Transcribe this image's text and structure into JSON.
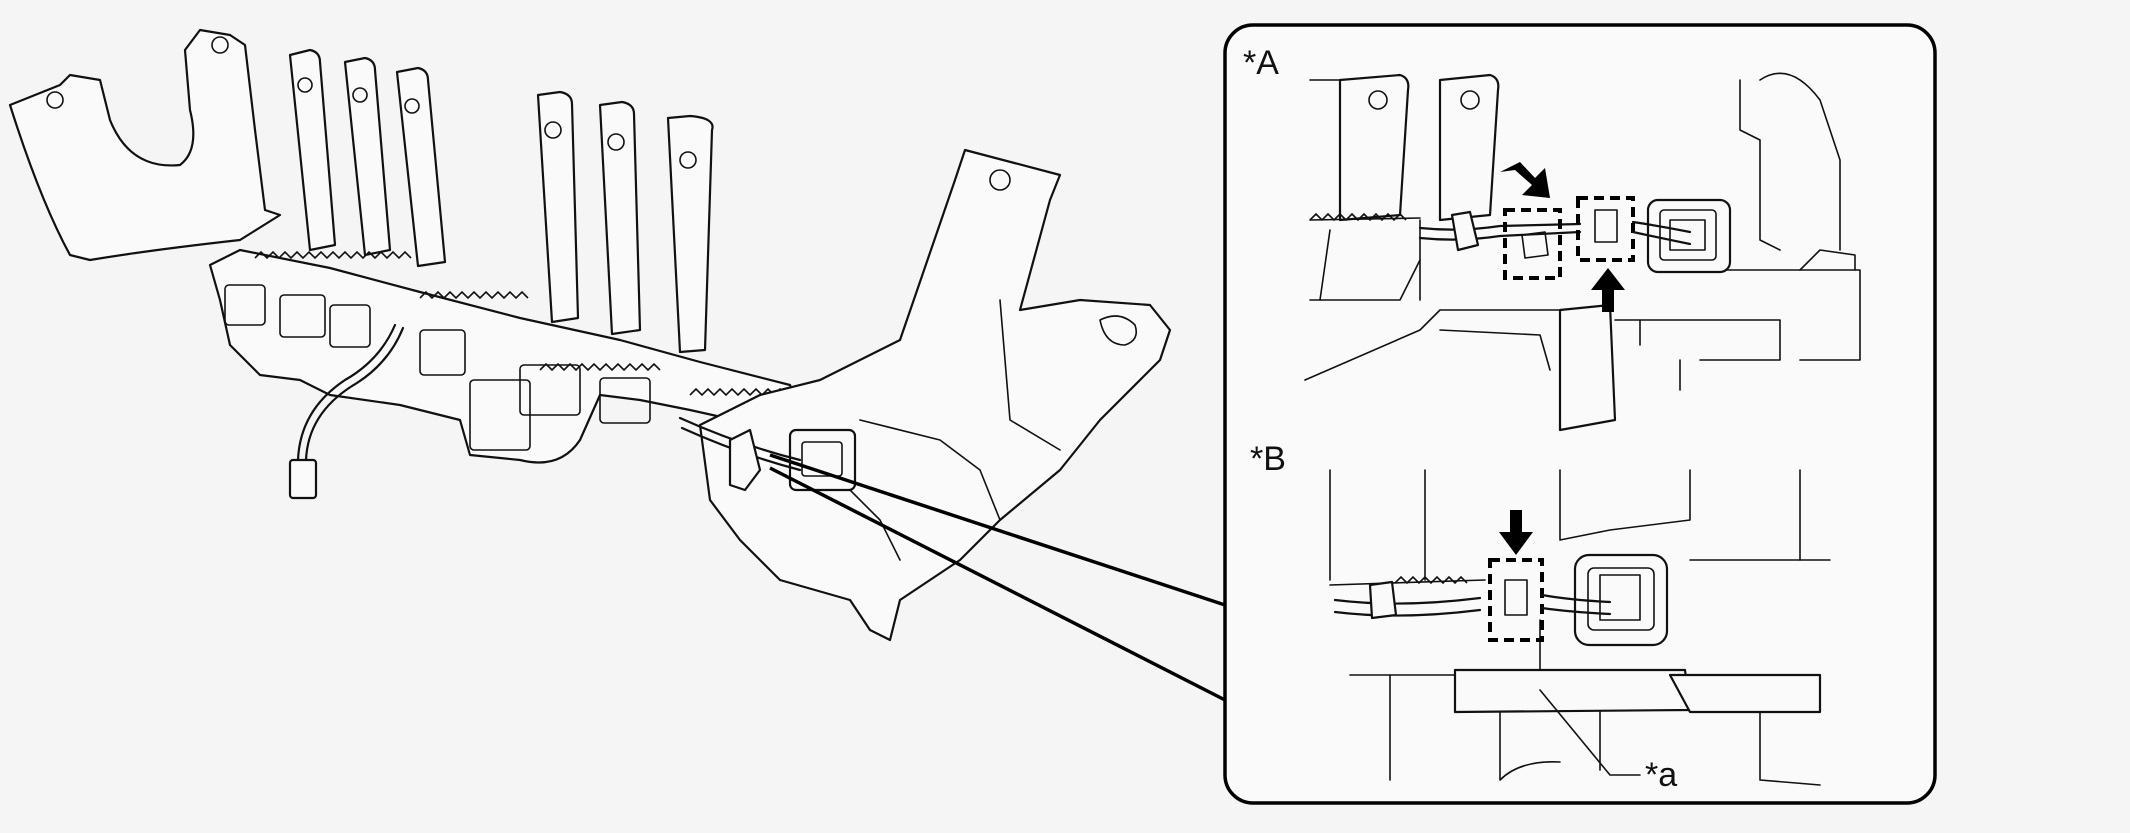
{
  "labels": {
    "view_a": "*A",
    "view_b": "*B",
    "callout_a": "*a"
  },
  "colors": {
    "background": "#f5f5f5",
    "line": "#111111"
  }
}
